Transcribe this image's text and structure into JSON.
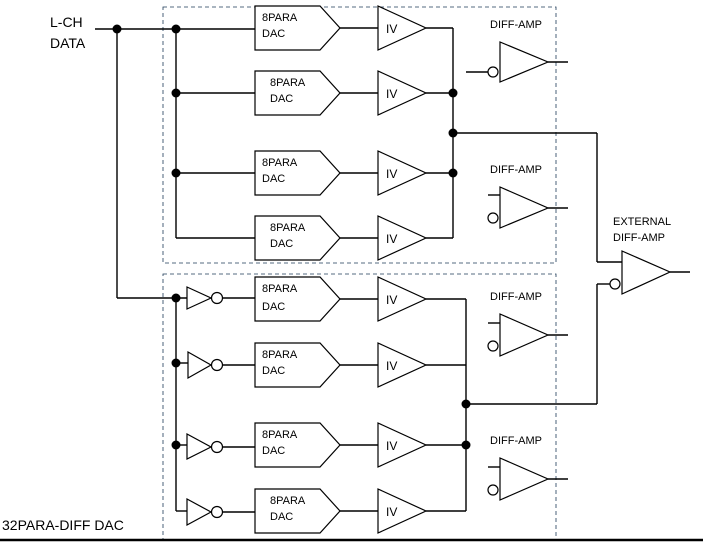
{
  "input_label": [
    "L-CH",
    "DATA"
  ],
  "dac_label": [
    "8PARA",
    "DAC"
  ],
  "iv_label": "IV",
  "diff_amp_label": "DIFF-AMP",
  "external_amp_label": [
    "EXTERNAL",
    "DIFF-AMP"
  ],
  "footer_label": "32PARA-DIFF DAC",
  "colors": {
    "ink": "#000000",
    "dashed_border": "#1f3b57",
    "background": "#ffffff"
  },
  "icons": [
    "dac-block",
    "iv-amplifier-triangle",
    "inverter-with-bubble",
    "diff-amplifier-triangle",
    "junction-dot"
  ]
}
